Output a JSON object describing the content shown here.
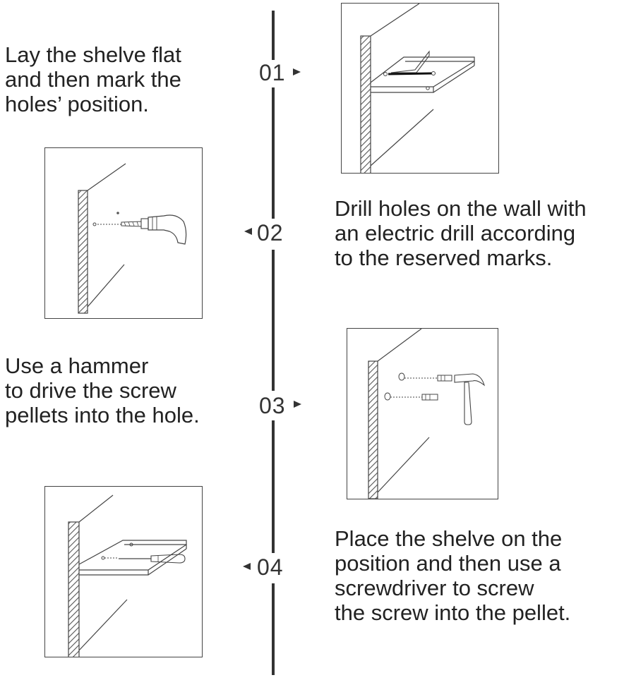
{
  "steps": [
    {
      "number": "01",
      "caption_lines": [
        "Lay the shelve flat",
        "and then mark the",
        "holes’ position."
      ]
    },
    {
      "number": "02",
      "caption_lines": [
        "Drill holes on the wall with",
        "an electric drill according",
        "to the reserved marks."
      ]
    },
    {
      "number": "03",
      "caption_lines": [
        "Use a hammer",
        "to drive the screw",
        "pellets into the hole."
      ]
    },
    {
      "number": "04",
      "caption_lines": [
        "Place the shelve on the",
        "position and then use a",
        "screwdriver to screw",
        "the screw into the pellet."
      ]
    }
  ],
  "icons": {
    "panel1": "shelf-marking-icon",
    "panel2": "electric-drill-icon",
    "panel3": "hammer-icon",
    "panel4": "screwdriver-icon"
  }
}
